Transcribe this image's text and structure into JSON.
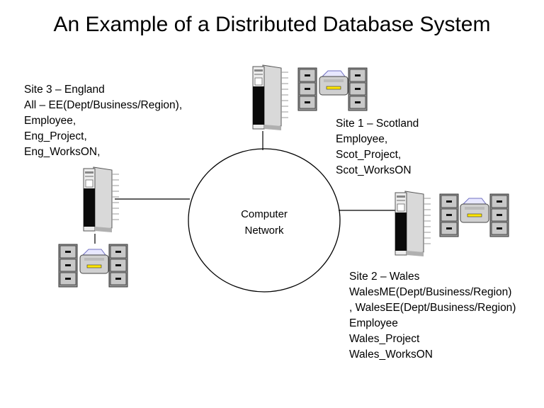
{
  "title": "An Example of a Distributed Database System",
  "network": {
    "line1": "Computer",
    "line2": "Network"
  },
  "sites": {
    "site1": {
      "heading": "Site 1 – Scotland",
      "lines": [
        "Employee,",
        "Scot_Project,",
        "Scot_WorksON"
      ]
    },
    "site2": {
      "heading": "Site 2 – Wales",
      "lines": [
        "WalesME(Dept/Business/Region)",
        ", WalesEE(Dept/Business/Region)",
        "Employee",
        "Wales_Project",
        "Wales_WorksON"
      ]
    },
    "site3": {
      "heading": "Site 3 – England",
      "lines": [
        "All – EE(Dept/Business/Region),",
        "Employee,",
        "Eng_Project,",
        "Eng_WorksON,"
      ]
    }
  }
}
